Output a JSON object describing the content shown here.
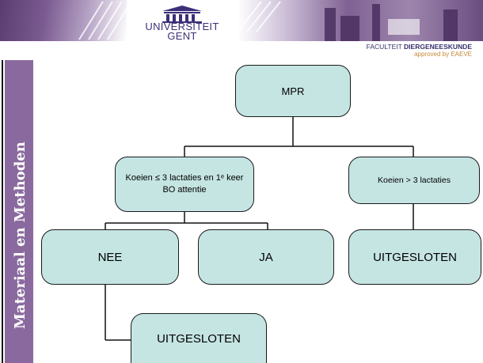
{
  "header": {
    "university_line1": "UNIVERSITEIT",
    "university_line2": "GENT",
    "faculty_prefix": "FACULTEIT ",
    "faculty_bold": "DIERGENEESKUNDE",
    "faculty_sub": "approved by EAEVE"
  },
  "sidebar": {
    "title": "Materiaal en Methoden"
  },
  "diagram": {
    "root": "MPR",
    "left_branch": "Koeien ≤ 3 lactaties en 1ᵉ keer BO attentie",
    "right_branch": "Koeien > 3 lactaties",
    "nee": "NEE",
    "ja": "JA",
    "excluded_right": "UITGESLOTEN",
    "excluded_bottom": "UITGESLOTEN"
  },
  "colors": {
    "box_fill": "#c5e5e3",
    "sidebar": "#8a6a9e",
    "logo_blue": "#3d2f78",
    "accent_gold": "#c6893b"
  }
}
